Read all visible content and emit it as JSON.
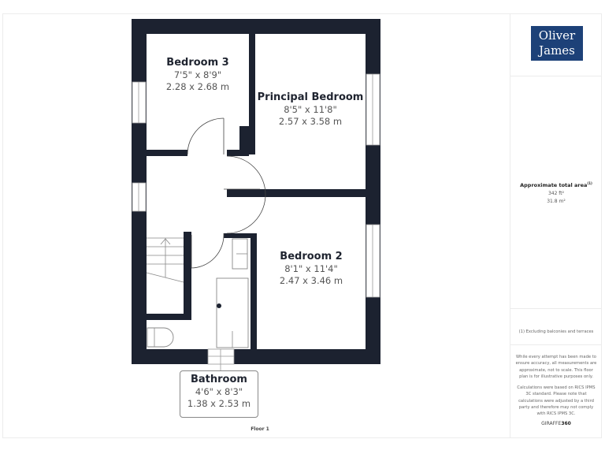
{
  "floor_label": "Floor 1",
  "rooms": {
    "bedroom3": {
      "name": "Bedroom 3",
      "imperial": "7'5\" x 8'9\"",
      "metric": "2.28 x 2.68 m"
    },
    "principal": {
      "name": "Principal Bedroom",
      "imperial": "8'5\" x 11'8\"",
      "metric": "2.57 x 3.58 m"
    },
    "bedroom2": {
      "name": "Bedroom 2",
      "imperial": "8'1\" x 11'4\"",
      "metric": "2.47 x 3.46 m"
    },
    "bathroom": {
      "name": "Bathroom",
      "imperial": "4'6\" x 8'3\"",
      "metric": "1.38 x 2.53 m"
    }
  },
  "sidebar": {
    "logo_line1": "Oliver",
    "logo_line2": "James",
    "area_title": "Approximate total area",
    "area_footnote_mark": "(1)",
    "area_sqft": "342 ft²",
    "area_sqm": "31.8 m²",
    "footnote": "(1) Excluding balconies and terraces",
    "disclaimer1": "While every attempt has been made to ensure accuracy, all measurements are approximate, not to scale. This floor plan is for illustrative purposes only.",
    "disclaimer2": "Calculations were based on RICS IPMS 3C standard. Please note that calculations were adjusted by a third party and therefore may not comply with RICS IPMS 3C.",
    "brand_prefix": "GIRAFFE",
    "brand_suffix": "360"
  },
  "colors": {
    "wall": "#1c2230",
    "logo_bg": "#1d4178",
    "divider": "#ececec"
  }
}
